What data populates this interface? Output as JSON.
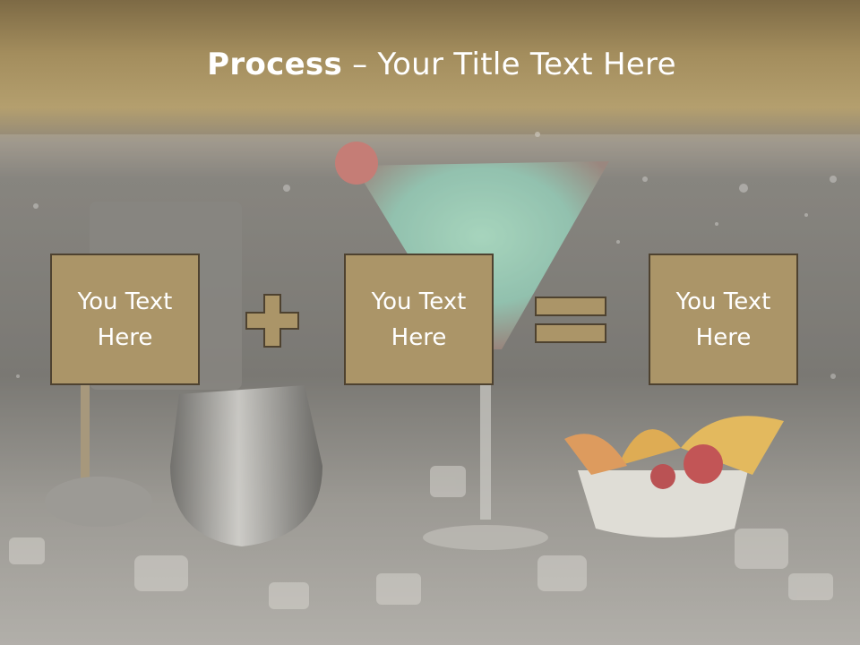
{
  "title": {
    "bold": "Process",
    "dash": " – ",
    "rest": "Your Title Text Here"
  },
  "boxes": [
    {
      "label": "You Text Here"
    },
    {
      "label": "You Text Here"
    },
    {
      "label": "You Text Here"
    }
  ],
  "operators": [
    "plus",
    "equals"
  ],
  "colors": {
    "box_fill": "#ab9568",
    "box_border": "#4e4230",
    "title_text": "#ffffff"
  }
}
